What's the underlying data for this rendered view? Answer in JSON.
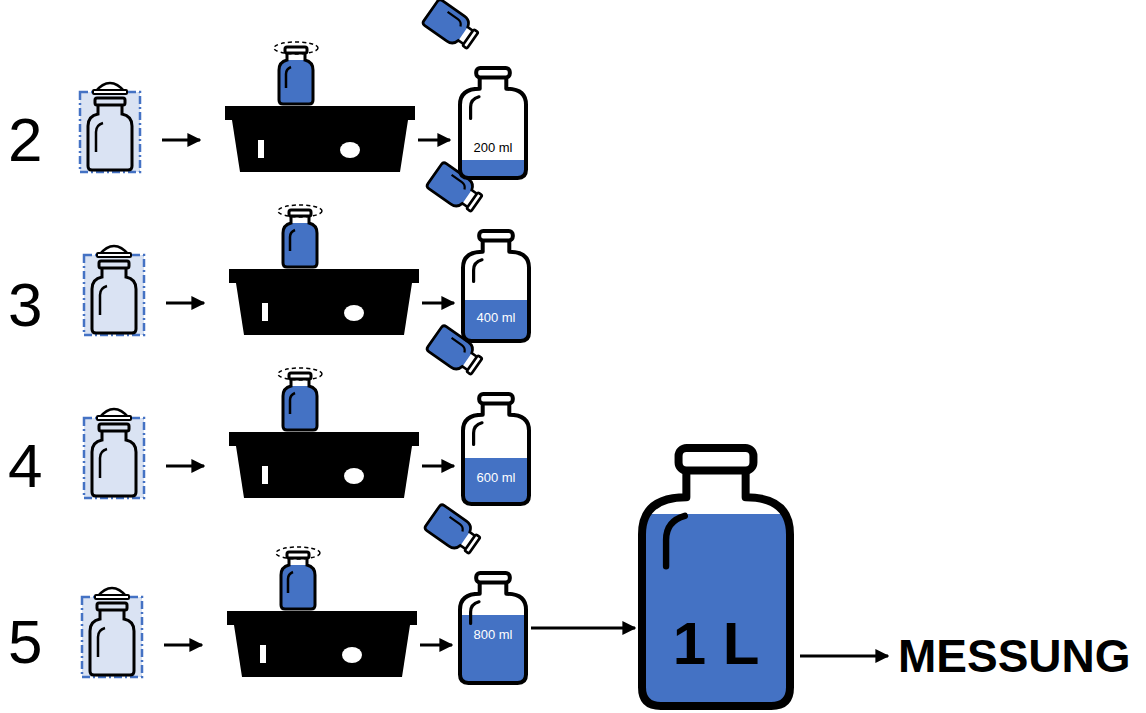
{
  "diagram": {
    "nodes": [
      {
        "text": [
          "200 ml"
        ]
      },
      {
        "text": [
          "400 ml"
        ]
      },
      {
        "text": [
          "600 ml"
        ]
      },
      {
        "text": [
          "800 ml"
        ]
      },
      {
        "text": [
          "1 L"
        ]
      }
    ],
    "edges": [
      {
        "from": 3,
        "to": 4,
        "arrow": "to"
      }
    ],
    "labels": [
      "2",
      "3",
      "4",
      "5",
      "MESSUNG"
    ]
  }
}
